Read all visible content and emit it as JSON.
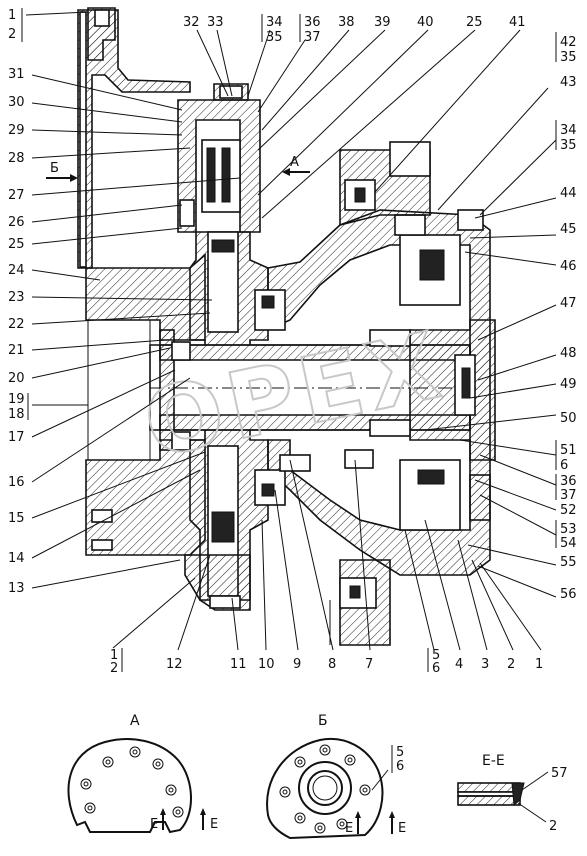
{
  "callouts_left": [
    "1",
    "2",
    "31",
    "30",
    "29",
    "28",
    "Б",
    "27",
    "26",
    "25",
    "24",
    "23",
    "22",
    "21",
    "20",
    "19",
    "18",
    "17",
    "16",
    "15",
    "14",
    "13"
  ],
  "callouts_top": [
    "32",
    "33",
    "34",
    "35",
    "36",
    "37",
    "38",
    "39",
    "40",
    "25",
    "41",
    "42",
    "35"
  ],
  "callouts_right": [
    "43",
    "34",
    "35",
    "44",
    "45",
    "46",
    "47",
    "48",
    "49",
    "50",
    "51",
    "6",
    "36",
    "37",
    "52",
    "53",
    "54",
    "55",
    "56"
  ],
  "callouts_bottom": [
    "1",
    "2",
    "12",
    "11",
    "10",
    "9",
    "8",
    "7",
    "5",
    "6",
    "4",
    "3",
    "2",
    "1"
  ],
  "arrow_a": "А",
  "views": {
    "a": {
      "title": "А",
      "section": "E",
      "section2": "E"
    },
    "b": {
      "title": "Б",
      "section": "E",
      "section2": "E",
      "label5": "5",
      "label6": "6"
    },
    "ee": {
      "title": "Е-Е",
      "label57": "57",
      "label2": "2"
    }
  },
  "watermark": "OPEX"
}
